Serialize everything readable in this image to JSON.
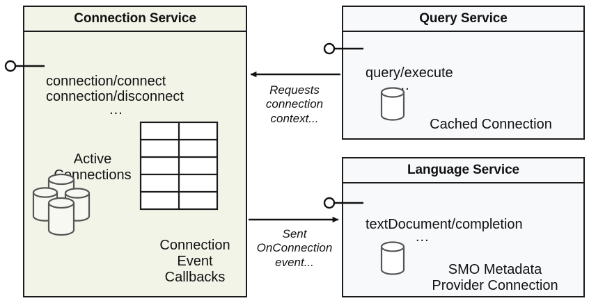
{
  "diagram": {
    "type": "component-diagram",
    "colors": {
      "connection_service_fill": "#f2f4e8",
      "query_service_fill": "#f8f9fb",
      "language_service_fill": "#f8f9fb",
      "border": "#1b1b1b",
      "icon_stroke": "#555555",
      "background": "#ffffff"
    },
    "components": [
      {
        "id": "connection-service",
        "title": "Connection Service",
        "operations": [
          "connection/connect",
          "connection/disconnect"
        ],
        "operations_more": "...",
        "icons": [
          {
            "name": "database-cluster-icon",
            "caption": "Active\nConnections",
            "cylinders": 4
          },
          {
            "name": "table-grid-icon",
            "caption": "Connection\nEvent\nCallbacks",
            "rows": 5,
            "columns": 2
          }
        ],
        "interface": {
          "name": "provided-interface-lollipop",
          "label": ""
        }
      },
      {
        "id": "query-service",
        "title": "Query Service",
        "operations": [
          "query/execute"
        ],
        "operations_more": "...",
        "icons": [
          {
            "name": "database-cylinder-icon",
            "caption": "Cached Connection",
            "cylinders": 1
          }
        ],
        "interface": {
          "name": "provided-interface-lollipop",
          "label": ""
        }
      },
      {
        "id": "language-service",
        "title": "Language Service",
        "operations": [
          "textDocument/completion"
        ],
        "operations_more": "...",
        "icons": [
          {
            "name": "database-cylinder-icon",
            "caption": "SMO Metadata\nProvider Connection",
            "cylinders": 1
          }
        ],
        "interface": {
          "name": "provided-interface-lollipop",
          "label": ""
        }
      }
    ],
    "edges": [
      {
        "id": "edge-query-to-connection",
        "from": "query-service",
        "to": "connection-service",
        "direction": "left",
        "label": "Requests\nconnection\ncontext..."
      },
      {
        "id": "edge-connection-to-language",
        "from": "connection-service",
        "to": "language-service",
        "direction": "right",
        "label": "Sent\nOnConnection\nevent..."
      }
    ]
  }
}
